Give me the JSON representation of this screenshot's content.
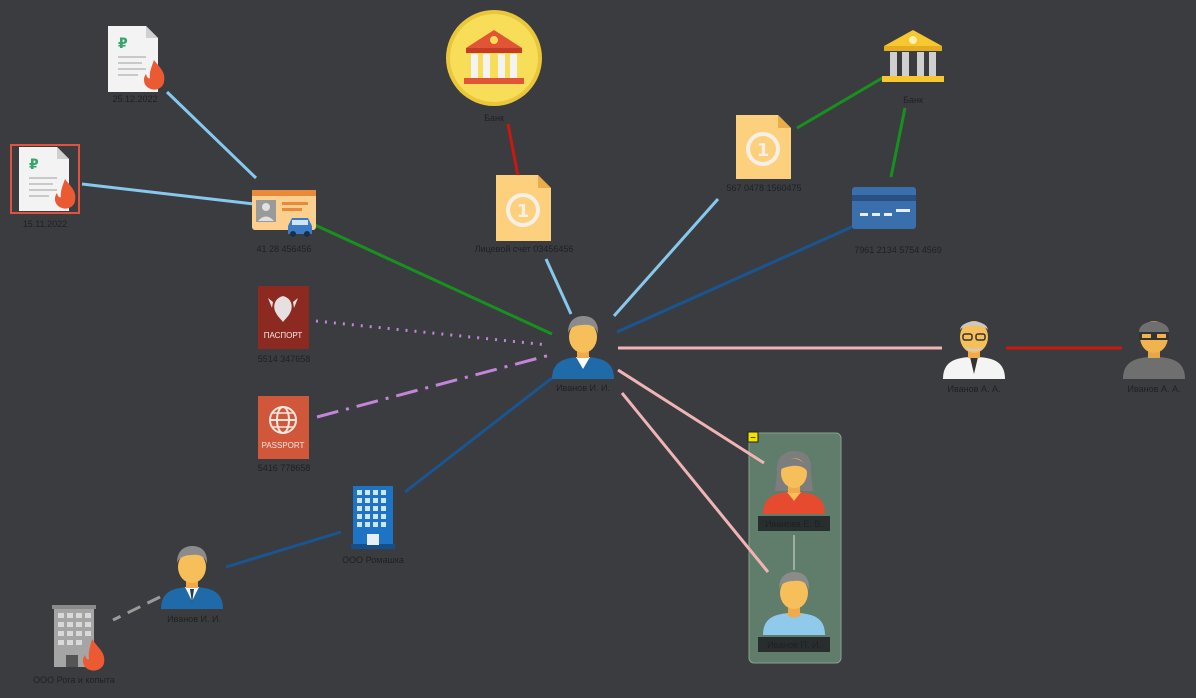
{
  "colors": {
    "background": "#3b3c3f",
    "edge_light_blue": "#87c8ee",
    "edge_green": "#18901f",
    "edge_dark_blue": "#1a5591",
    "edge_pink": "#f1b4b6",
    "edge_red": "#c9180f",
    "edge_purple_dotted": "#c285d9",
    "edge_gray_dashed": "#9a9a9a",
    "group_fill": "#5f7d6a",
    "selection_border": "#e0533f"
  },
  "diagram": {
    "nodes": [
      {
        "id": "doc-top",
        "icon": "ruble-document-fire-icon",
        "label": "25.12.2022"
      },
      {
        "id": "doc-left",
        "icon": "ruble-document-fire-icon",
        "label": "15.11.2022"
      },
      {
        "id": "license",
        "icon": "driver-license-car-icon",
        "label": "41 28 456456"
      },
      {
        "id": "bank-coin",
        "icon": "bank-coin-icon",
        "label": "Банк"
      },
      {
        "id": "account-doc",
        "icon": "coin-document-icon",
        "label": "Лицевой счет 03456456"
      },
      {
        "id": "account-doc-right",
        "icon": "coin-document-icon",
        "label": "567 0478 1560475"
      },
      {
        "id": "bank-right",
        "icon": "bank-building-icon",
        "label": "Банк"
      },
      {
        "id": "card",
        "icon": "credit-card-icon",
        "label": "7961 2134 5754 4569"
      },
      {
        "id": "passport-ru",
        "icon": "passport-russia-icon",
        "label": "5514 347658",
        "badge": "ПАСПОРТ"
      },
      {
        "id": "passport-intl",
        "icon": "passport-international-icon",
        "label": "5416 778658",
        "badge": "PASSPORT"
      },
      {
        "id": "center-person",
        "icon": "person-man-icon",
        "label": "Иванов И. И."
      },
      {
        "id": "old-man",
        "icon": "person-old-man-icon",
        "label": "Иванов А. А."
      },
      {
        "id": "masked-man",
        "icon": "person-masked-icon",
        "label": "Иванов А. А."
      },
      {
        "id": "office",
        "icon": "office-building-icon",
        "label": "ООО Ромашка"
      },
      {
        "id": "bottom-person",
        "icon": "person-man-icon",
        "label": "Иванов И. И."
      },
      {
        "id": "bankrupt-building",
        "icon": "building-fire-icon",
        "label": "ООО Рога и копыта"
      },
      {
        "id": "woman",
        "icon": "person-woman-icon",
        "label": "Иванова Е. В."
      },
      {
        "id": "young-man",
        "icon": "person-young-icon",
        "label": "Иванов П. И."
      }
    ],
    "group": {
      "collapse_label": "−"
    }
  }
}
